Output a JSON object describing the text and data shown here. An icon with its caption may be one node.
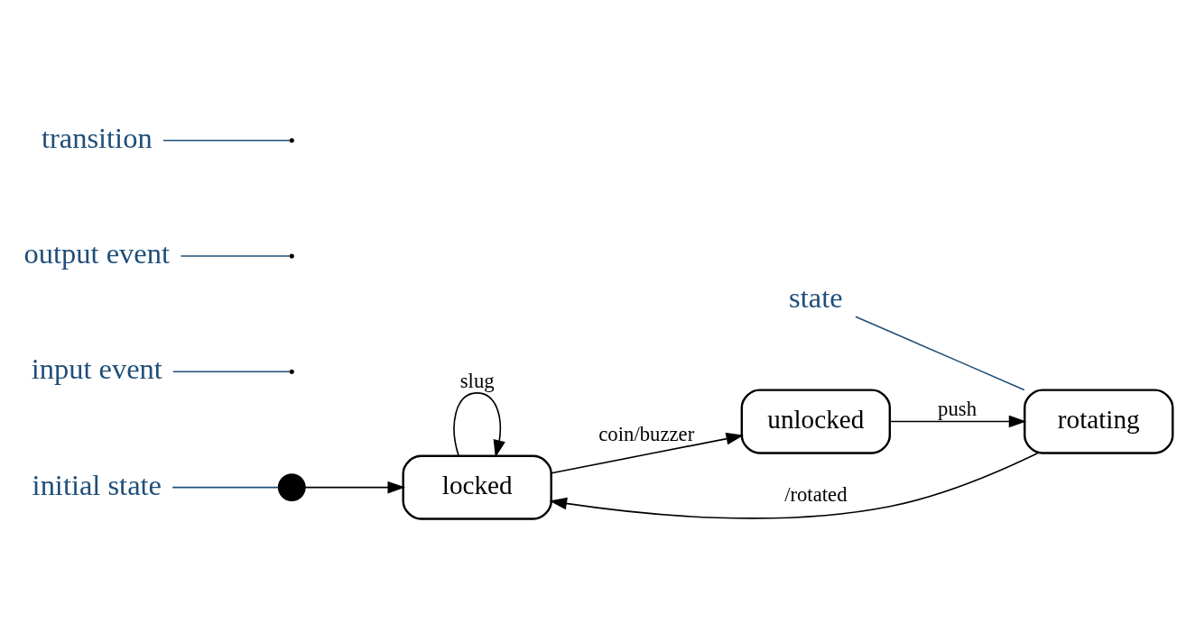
{
  "diagram": {
    "nodes": [
      {
        "text": [],
        "shape": "circle"
      },
      {
        "text": [
          "locked"
        ]
      },
      {
        "text": [
          "unlocked"
        ]
      },
      {
        "text": [
          "rotating"
        ]
      },
      {
        "text": [
          "initial state"
        ]
      },
      {
        "text": [
          "input event"
        ]
      },
      {
        "text": [
          "output event"
        ]
      },
      {
        "text": [
          "transition"
        ]
      },
      {
        "text": [
          "state"
        ]
      }
    ],
    "edges": [
      {
        "from": 0,
        "to": 1,
        "arrow": "to"
      },
      {
        "from": 1,
        "to": 1,
        "arrow": "to",
        "label": "slug"
      },
      {
        "from": 1,
        "to": 2,
        "arrow": "to",
        "label": "coin/buzzer"
      },
      {
        "from": 2,
        "to": 3,
        "arrow": "to",
        "label": "push"
      },
      {
        "from": 3,
        "to": 1,
        "arrow": "to",
        "label": "/rotated"
      },
      {
        "from": 4,
        "to": 0,
        "arrow": "none",
        "color": "#1f4e79"
      },
      {
        "from": 5,
        "to": null,
        "arrow": "none",
        "color": "#1f4e79"
      },
      {
        "from": 6,
        "to": null,
        "arrow": "none",
        "color": "#1f4e79"
      },
      {
        "from": 7,
        "to": null,
        "arrow": "none",
        "color": "#1f4e79"
      },
      {
        "from": 8,
        "to": 3,
        "arrow": "none",
        "color": "#1f4e79"
      }
    ]
  }
}
